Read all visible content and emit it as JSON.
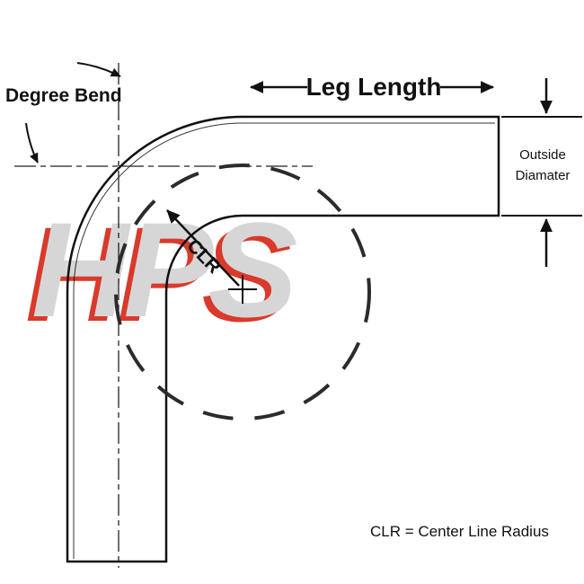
{
  "labels": {
    "degree_bend": "Degree Bend",
    "leg_length": "Leg Length",
    "outside_diameter_line1": "Outside",
    "outside_diameter_line2": "Diamater",
    "clr": "CLR",
    "clr_legend": "CLR = Center Line Radius"
  },
  "watermark": {
    "text": "HPS",
    "gray": "#d6d6d6",
    "red": "#d93a2b"
  },
  "colors": {
    "line": "#111111",
    "dashed_circle": "#2b2b2b",
    "background": "#ffffff"
  }
}
